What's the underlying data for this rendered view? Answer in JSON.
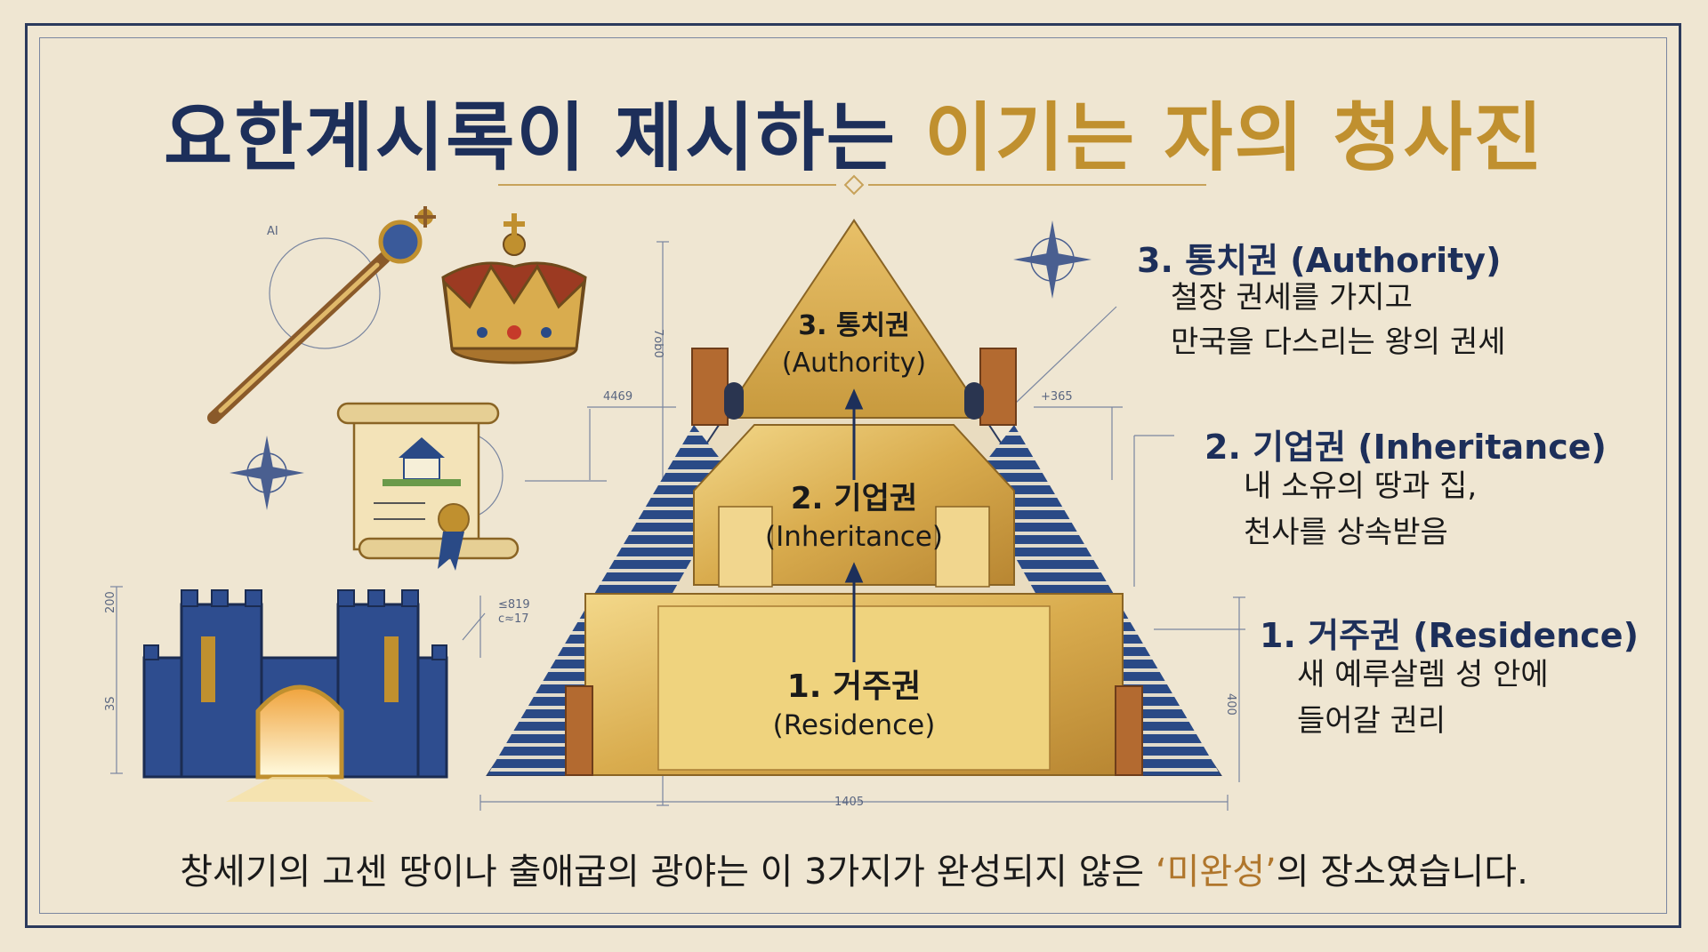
{
  "title": {
    "part1": "요한계시록이 제시하는 ",
    "part2": "이기는 자의 청사진"
  },
  "pyramid": {
    "level3": {
      "name": "3. 통치권",
      "en": "(Authority)"
    },
    "level2": {
      "name": "2. 기업권",
      "en": "(Inheritance)"
    },
    "level1": {
      "name": "1. 거주권",
      "en": "(Residence)"
    }
  },
  "right_labels": [
    {
      "title": "3. 통치권 (Authority)",
      "desc1": "철장 권세를 가지고",
      "desc2": "만국을 다스리는 왕의 권세"
    },
    {
      "title": "2. 기업권 (Inheritance)",
      "desc1": "내 소유의 땅과 집,",
      "desc2": "천사를 상속받음"
    },
    {
      "title": "1. 거주권 (Residence)",
      "desc1": "새 예루살렘 성 안에",
      "desc2": "들어갈 권리"
    }
  ],
  "dimensions": {
    "bottom_width": "1405",
    "height_right": "400",
    "height_top": "7ob0",
    "mid_left": "4469",
    "mid_right": "+365",
    "gate_height": "200",
    "gate_side": "3S",
    "gate_note1": "≤819",
    "gate_note2": "c≈17",
    "corner_mark": "AI"
  },
  "icons": [
    "scepter-icon",
    "crown-icon",
    "deed-scroll-icon",
    "castle-gate-icon",
    "compass-rose-icon"
  ],
  "bottom": {
    "text1": "창세기의 고센 땅이나 출애굽의 광야는 이 3가지가 완성되지 않은 ",
    "highlight": "‘미완성’",
    "text2": "의 장소였습니다."
  },
  "colors": {
    "navy": "#1d2f5a",
    "gold": "#c0902f",
    "parchment": "#efe6d2"
  }
}
